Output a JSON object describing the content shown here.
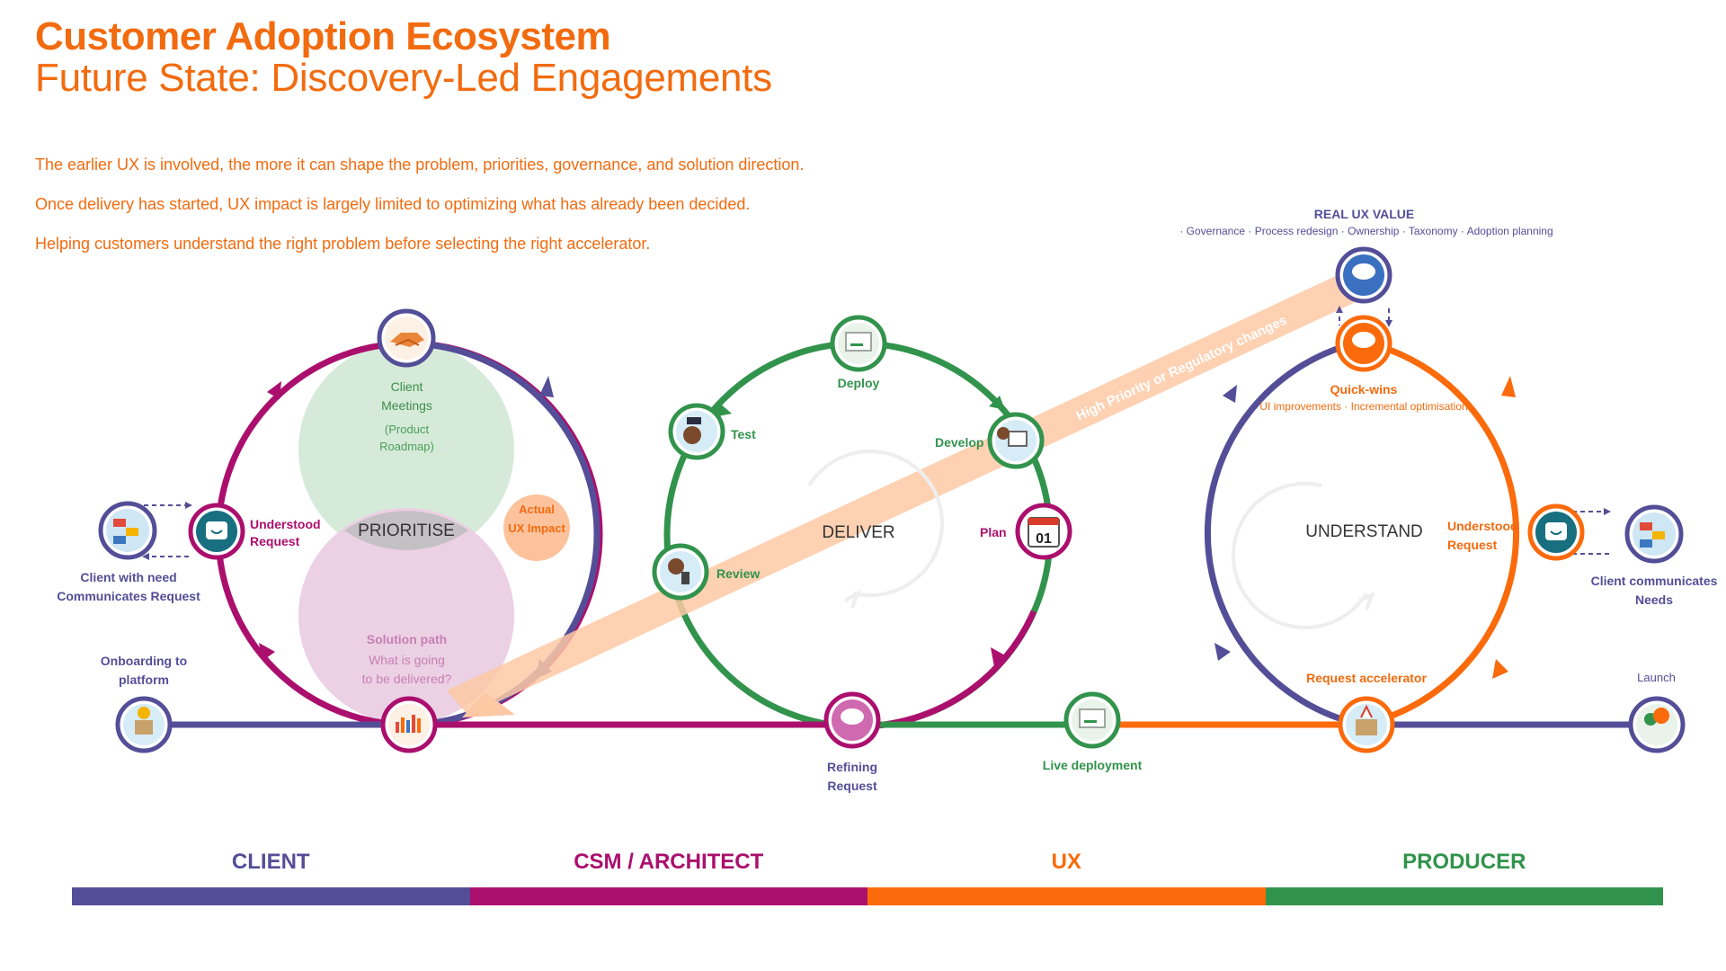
{
  "header": {
    "title": "Customer Adoption Ecosystem",
    "subtitle": "Future State: Discovery-Led Engagements",
    "intro": [
      "The earlier UX is involved, the more it can shape the problem, priorities, governance, and solution direction.",
      "Once delivery has started, UX impact is largely limited to optimizing what has already been decided.",
      "Helping customers understand the right problem before selecting the right accelerator."
    ]
  },
  "colors": {
    "client": "#544e98",
    "csm": "#ab0f6d",
    "ux": "#fb6a0b",
    "producer": "#32934c",
    "title": "#f26b0f"
  },
  "prioritise": {
    "label": "PRIORITISE",
    "client_meetings_line1": "Client",
    "client_meetings_line2": "Meetings",
    "roadmap_line1": "(Product",
    "roadmap_line2": "Roadmap)",
    "solution_title": "Solution path",
    "solution_line1": "What is going",
    "solution_line2": "to be delivered?",
    "actual_line1": "Actual",
    "actual_line2": "UX Impact",
    "understood_line1": "Understood",
    "understood_line2": "Request",
    "client_need_line1": "Client with need",
    "client_need_line2": "Communicates Request"
  },
  "deliver": {
    "label": "DELIVER",
    "deploy": "Deploy",
    "test": "Test",
    "develop": "Develop",
    "plan": "Plan",
    "review": "Review",
    "calendar_day": "01"
  },
  "understand": {
    "label": "UNDERSTAND",
    "real_value_title": "REAL UX VALUE",
    "real_value_items": "· Governance · Process redesign · Ownership · Taxonomy · Adoption planning",
    "quickwins_title": "Quick-wins",
    "quickwins_items": "UI improvements · Incremental optimisation",
    "understood_line1": "Understood",
    "understood_line2": "Request",
    "client_comm_line1": "Client communicates",
    "client_comm_line2": "Needs",
    "request_accelerator": "Request accelerator",
    "launch": "Launch"
  },
  "timeline": {
    "onboarding_line1": "Onboarding to",
    "onboarding_line2": "platform",
    "refining_line1": "Refining",
    "refining_line2": "Request",
    "live_deployment": "Live deployment"
  },
  "diagonal_label": "High Priority or Regulatory changes",
  "legend": [
    {
      "label": "CLIENT",
      "color": "#544e98"
    },
    {
      "label": "CSM / ARCHITECT",
      "color": "#ab0f6d"
    },
    {
      "label": "UX",
      "color": "#fb6a0b"
    },
    {
      "label": "PRODUCER",
      "color": "#32934c"
    }
  ]
}
